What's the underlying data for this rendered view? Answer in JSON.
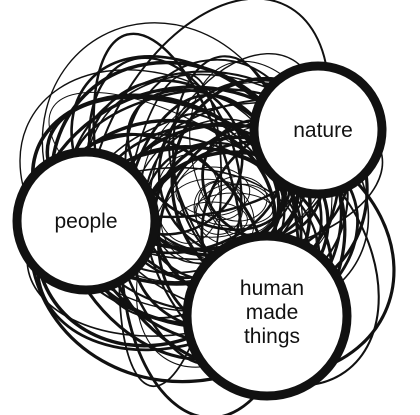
{
  "diagram": {
    "colors": {
      "background": "#ffffff",
      "ink": "#111111",
      "circle_fill": "#ffffff"
    },
    "nodes": [
      {
        "id": "nature",
        "lines": [
          "nature"
        ]
      },
      {
        "id": "people",
        "lines": [
          "people"
        ]
      },
      {
        "id": "human-made-things",
        "lines": [
          "human",
          "made",
          "things"
        ]
      }
    ],
    "scribble_icon": "tangled-scribble-lines"
  }
}
